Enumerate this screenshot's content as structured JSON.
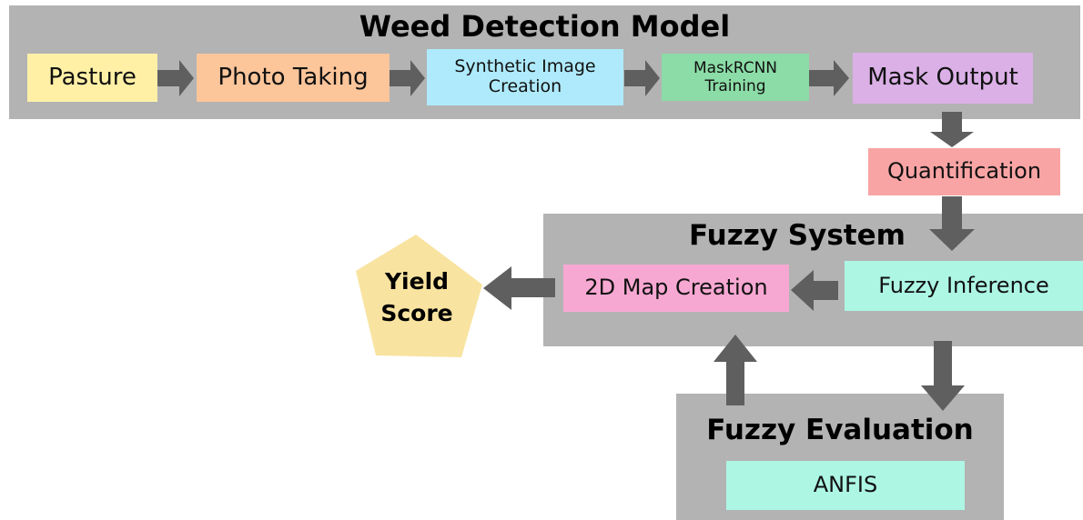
{
  "colors": {
    "panel": "#b3b3b3",
    "arrow": "#5f5f5f",
    "pasture": "#fff0a6",
    "photo_taking": "#fcc59a",
    "synthetic_image": "#aeeafb",
    "maskrcnn": "#8bdca6",
    "mask_output": "#dab0e6",
    "quantification": "#f9a4a4",
    "fuzzy_inference": "#adf6e4",
    "map_creation": "#f7a8d2",
    "anfis": "#adf6e4",
    "yield_score": "#f8e3a0"
  },
  "weed_detection": {
    "title": "Weed Detection Model",
    "pasture": "Pasture",
    "photo_taking": "Photo Taking",
    "synthetic_line1": "Synthetic Image",
    "synthetic_line2": "Creation",
    "maskrcnn_line1": "MaskRCNN",
    "maskrcnn_line2": "Training",
    "mask_output": "Mask Output"
  },
  "quantification": "Quantification",
  "fuzzy_system": {
    "title": "Fuzzy System",
    "map_creation": "2D Map Creation",
    "fuzzy_inference": "Fuzzy Inference"
  },
  "fuzzy_evaluation": {
    "title": "Fuzzy Evaluation",
    "anfis": "ANFIS"
  },
  "yield_score": {
    "line1": "Yield",
    "line2": "Score"
  }
}
